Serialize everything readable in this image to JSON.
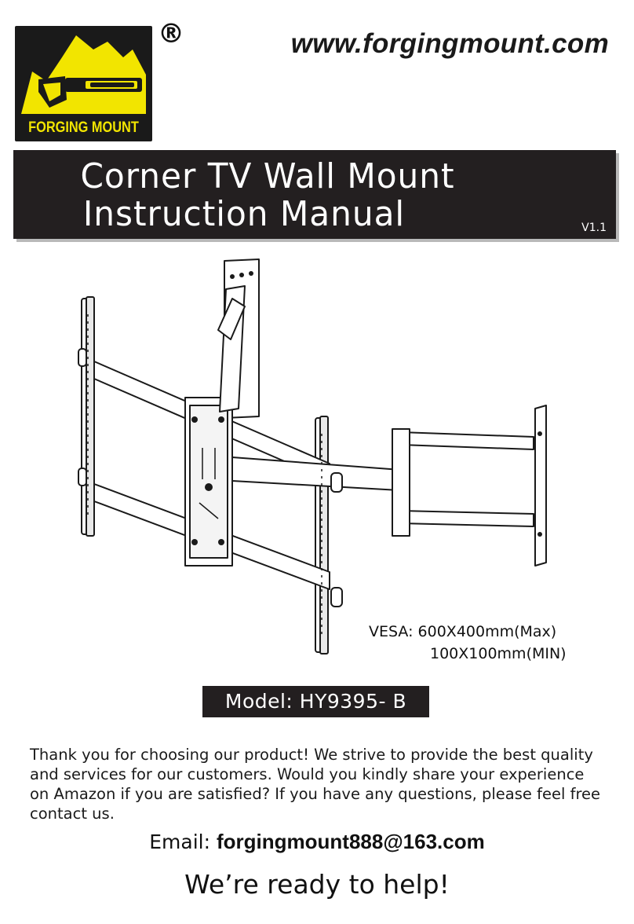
{
  "brand": {
    "logo_text": "FORGING MOUNT",
    "logo_colors": {
      "background": "#1a1a1a",
      "mountain": "#f2e500",
      "hammer": "#1a1a1a"
    },
    "registered_mark": "®",
    "website": "www.forgingmount.com"
  },
  "title": {
    "line1": "Corner TV Wall Mount",
    "line2": "Instruction Manual",
    "version": "V1.1"
  },
  "product_image": {
    "icon": "corner-tv-wall-mount-drawing"
  },
  "vesa": {
    "label": "VESA:",
    "max": "600X400mm(Max)",
    "min": "100X100mm(MIN)"
  },
  "model": "Model: HY9395- B",
  "thanks_text": "Thank you for choosing our product! We strive to provide the best quality and services for our customers. Would you kindly share your experience on Amazon if you are satisfied? If you have any questions, please feel free contact us.",
  "contact": {
    "email_label": "Email:",
    "email_address": "forgingmount888@163.com"
  },
  "closing": "We’re ready to help!"
}
